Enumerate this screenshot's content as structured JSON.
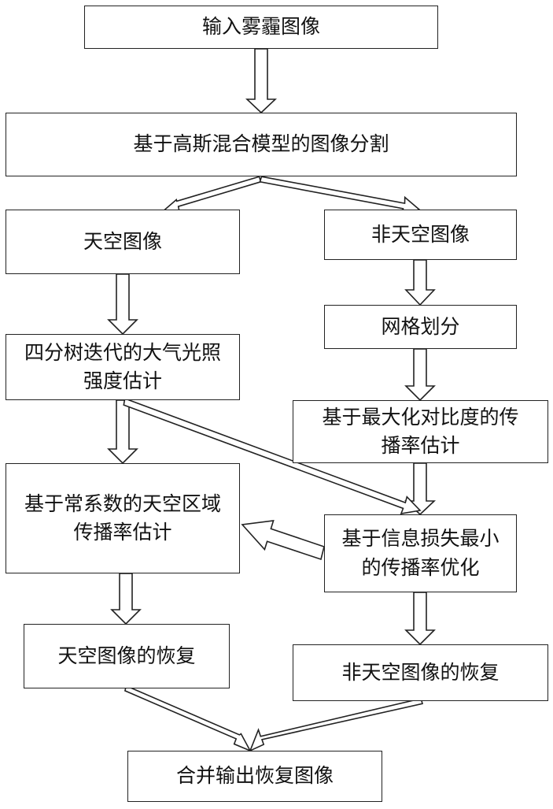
{
  "nodes": {
    "input_haze": "输入雾霾图像",
    "gmm_segmentation": "基于高斯混合模型的图像分割",
    "sky_image": "天空图像",
    "non_sky_image": "非天空图像",
    "grid_division": "网格划分",
    "quadtree_line1": "四分树迭代的大气光照",
    "quadtree_line2": "强度估计",
    "max_contrast_line1": "基于最大化对比度的传",
    "max_contrast_line2": "播率估计",
    "sky_trans_line1": "基于常系数的天空区域",
    "sky_trans_line2": "传播率估计",
    "info_loss_line1": "基于信息损失最小",
    "info_loss_line2": "的传播率优化",
    "sky_restore": "天空图像的恢复",
    "non_sky_restore": "非天空图像的恢复",
    "merge_output": "合并输出恢复图像"
  }
}
